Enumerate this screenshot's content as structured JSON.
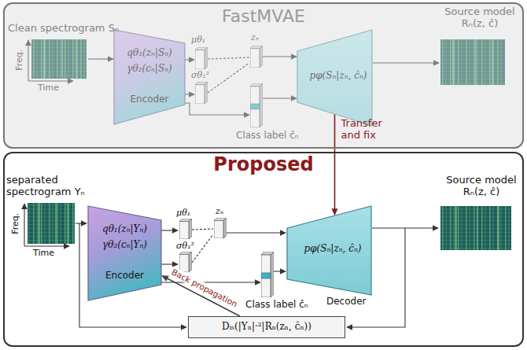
{
  "diagram": {
    "nodes": [
      {
        "text": [
          "FastMVAE"
        ]
      },
      {
        "text": [
          "qθ₁(zₙ|Sₙ)",
          "γθ₂(cₙ|Sₙ)",
          "Encoder"
        ],
        "in": 0
      },
      {
        "text": [
          "pφ(Sₙ|zₙ, ĉₙ)"
        ],
        "in": 0
      },
      {
        "text": [
          "Proposed"
        ]
      },
      {
        "text": [
          "qθ₁(zₙ|Yₙ)",
          "γθ₂(cₙ|Yₙ)",
          "Encoder"
        ],
        "in": 3
      },
      {
        "text": [
          "pφ(Sₙ|zₙ, ĉₙ)",
          "Decoder"
        ],
        "in": 3
      },
      {
        "text": [
          "Dᵢₛ(|Yₙ|·²|Rₙ(zₙ, ĉₙ))"
        ],
        "in": 3
      }
    ],
    "edges": [
      {
        "from": 2,
        "to": 5,
        "arrow": "to",
        "label": "Transfer and fix"
      },
      {
        "from": 6,
        "to": 4,
        "arrow": "to",
        "label": "Back propagation"
      }
    ],
    "labels": [
      "Clean spectrogram Sₙ",
      "Freq.",
      "Time",
      "μθ₁",
      "zₙ",
      "σθ₁²",
      "Class label ĉₙ",
      "Source model Rₙ(z, ĉ)",
      "separated spectrogram Yₙ",
      "Freq.",
      "Time",
      "μθ₁",
      "zₙ",
      "σθ₁²",
      "Class label ĉₙ",
      "Source model Rₙ(z, ĉ)"
    ]
  }
}
